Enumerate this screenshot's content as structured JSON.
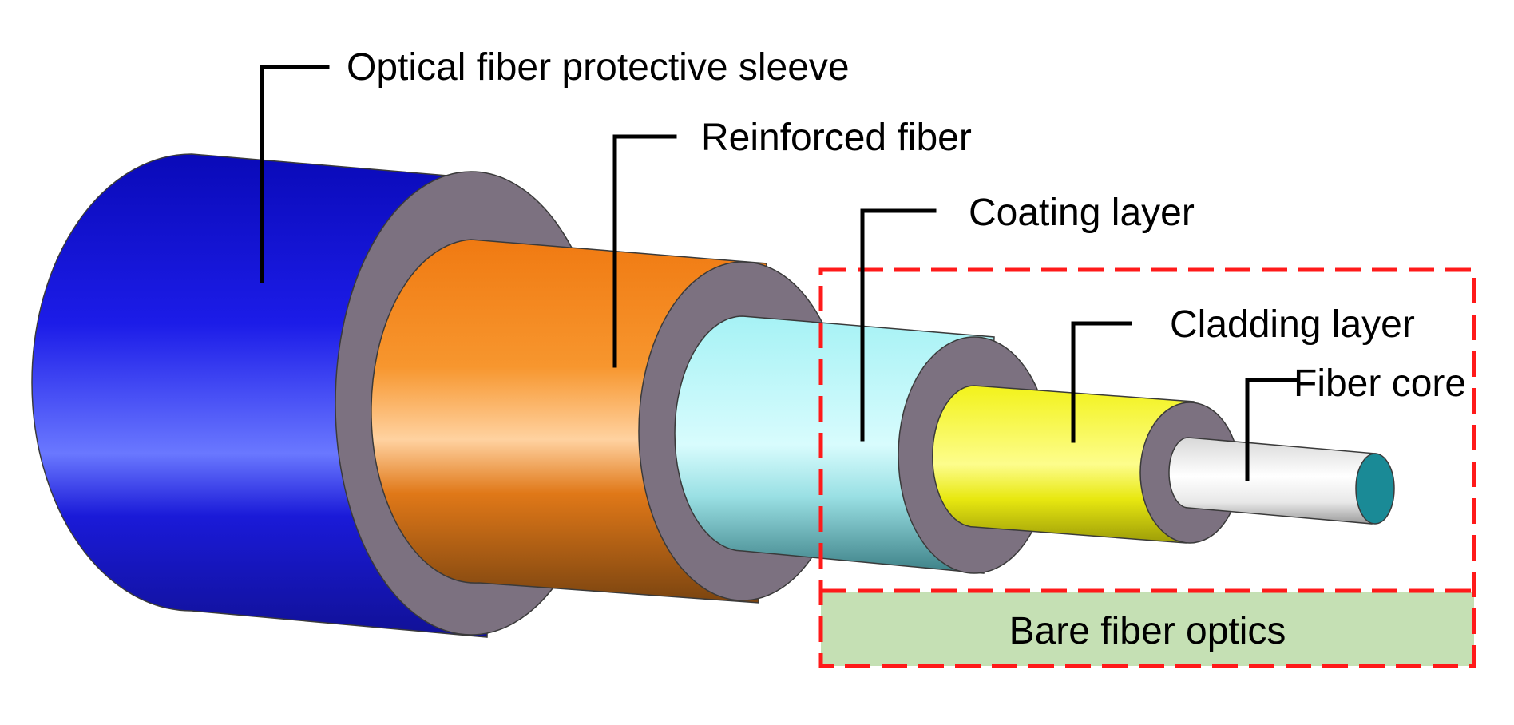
{
  "labels": {
    "sleeve": "Optical fiber protective sleeve",
    "reinforced": "Reinforced fiber",
    "coating": "Coating layer",
    "cladding": "Cladding layer",
    "core": "Fiber core",
    "bare_fiber": "Bare fiber optics"
  },
  "colors": {
    "sleeve": "#1a1ae0",
    "reinforced": "#f5821f",
    "coating": "#a6f2f5",
    "cladding": "#f6f61e",
    "core": "#f2f2f2",
    "core_face": "#1a8a96",
    "annulus": "#7c7180",
    "highlight_box": "#ff1a1a",
    "bare_fiber_fill": "#c5e0b4"
  }
}
